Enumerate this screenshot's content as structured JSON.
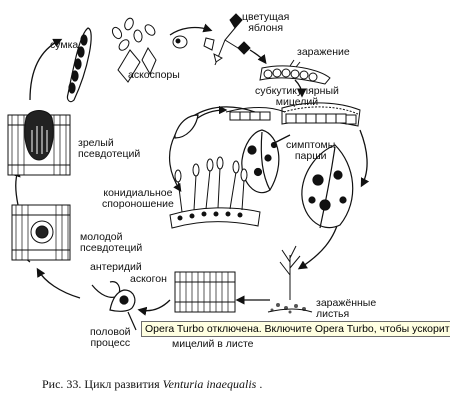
{
  "labels": {
    "sac": "сумка",
    "ascospores": "аскоспоры",
    "blooming_apple": "цветущая\nяблоня",
    "infection": "заражение",
    "subcuticular_mycelium": "субкутикулярный\nмицелий",
    "scab_symptoms": "симптомы\nпарши",
    "mature_pseudothecium": "зрелый\nпсевдотеций",
    "conidial_sporulation": "конидиальное\nспороношение",
    "young_pseudothecium": "молодой\nпсевдотеций",
    "antheridium": "антеридий",
    "ascogonium": "аскогон",
    "sexual_process": "половой\nпроцесс",
    "infected_leaves": "заражённые\nлистья\nна земле",
    "mycelium_in_leaf": "мицелий в листе"
  },
  "tooltip": "Opera Turbo отключена. Включите Opera Turbo, чтобы ускорить загрузку",
  "caption": {
    "prefix": "Рис. 33. Цикл развития",
    "species": "Venturia inaequalis",
    "suffix": " ."
  }
}
